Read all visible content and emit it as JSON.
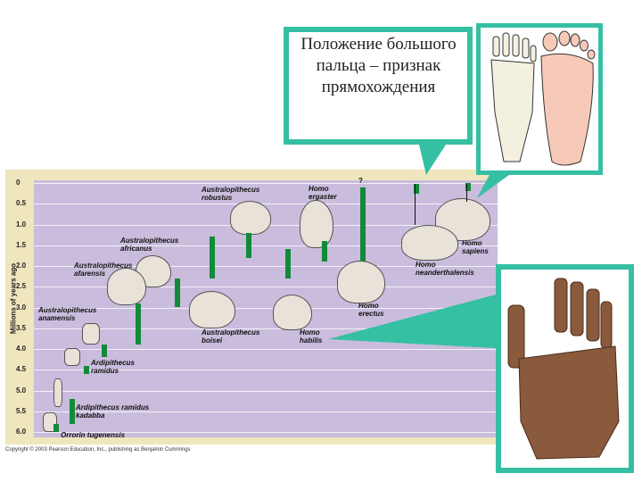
{
  "callout_text": "Положение большого пальца – признак прямохождения",
  "y_axis_label": "Millions of years ago",
  "y_ticks": [
    "0",
    "0.5",
    "1.0",
    "1.5",
    "2.0",
    "2.5",
    "3.0",
    "3.5",
    "4.0",
    "4.5",
    "5.0",
    "5.5",
    "6.0"
  ],
  "species": [
    {
      "name": "Homo sapiens",
      "range": [
        0,
        0.2
      ]
    },
    {
      "name": "Homo neanderthalensis",
      "range": [
        0.03,
        0.25
      ]
    },
    {
      "name": "Homo ergaster",
      "range": [
        1.4,
        1.9
      ]
    },
    {
      "name": "Homo erectus",
      "range": [
        0.1,
        1.9
      ]
    },
    {
      "name": "Homo habilis",
      "range": [
        1.6,
        2.3
      ]
    },
    {
      "name": "Australopithecus robustus",
      "range": [
        1.2,
        1.8
      ]
    },
    {
      "name": "Australopithecus boisei",
      "range": [
        1.3,
        2.3
      ]
    },
    {
      "name": "Australopithecus africanus",
      "range": [
        2.3,
        3.0
      ]
    },
    {
      "name": "Australopithecus afarensis",
      "range": [
        2.9,
        3.9
      ]
    },
    {
      "name": "Australopithecus anamensis",
      "range": [
        3.9,
        4.2
      ]
    },
    {
      "name": "Ardipithecus ramidus",
      "range": [
        4.4,
        4.6
      ]
    },
    {
      "name": "Ardipithecus ramidus kadabba",
      "range": [
        5.2,
        5.8
      ]
    },
    {
      "name": "Orrorin tugenensis",
      "range": [
        5.8,
        6.0
      ]
    }
  ],
  "labels": {
    "robustus": "Australopithecus robustus",
    "ergaster": "Homo ergaster",
    "africanus": "Australopithecus africanus",
    "afarensis": "Australopithecus afarensis",
    "anamensis": "Australopithecus anamensis",
    "sapiens": "Homo sapiens",
    "neanderthalensis": "Homo neanderthalensis",
    "erectus": "Homo erectus",
    "boisei": "Australopithecus boisei",
    "habilis": "Homo habilis",
    "ramidus": "Ardipithecus ramidus",
    "kadabba": "Ardipithecus ramidus kadabba",
    "orrorin": "Orrorin tugenensis",
    "question": "?"
  },
  "copyright": "Copyright © 2003 Pearson Education, Inc., publishing as Benjamin Cummings",
  "colors": {
    "bar": "#138a3a",
    "callout": "#35bfa3",
    "plot": "#c9bcdc",
    "frame": "#efe6bd"
  }
}
